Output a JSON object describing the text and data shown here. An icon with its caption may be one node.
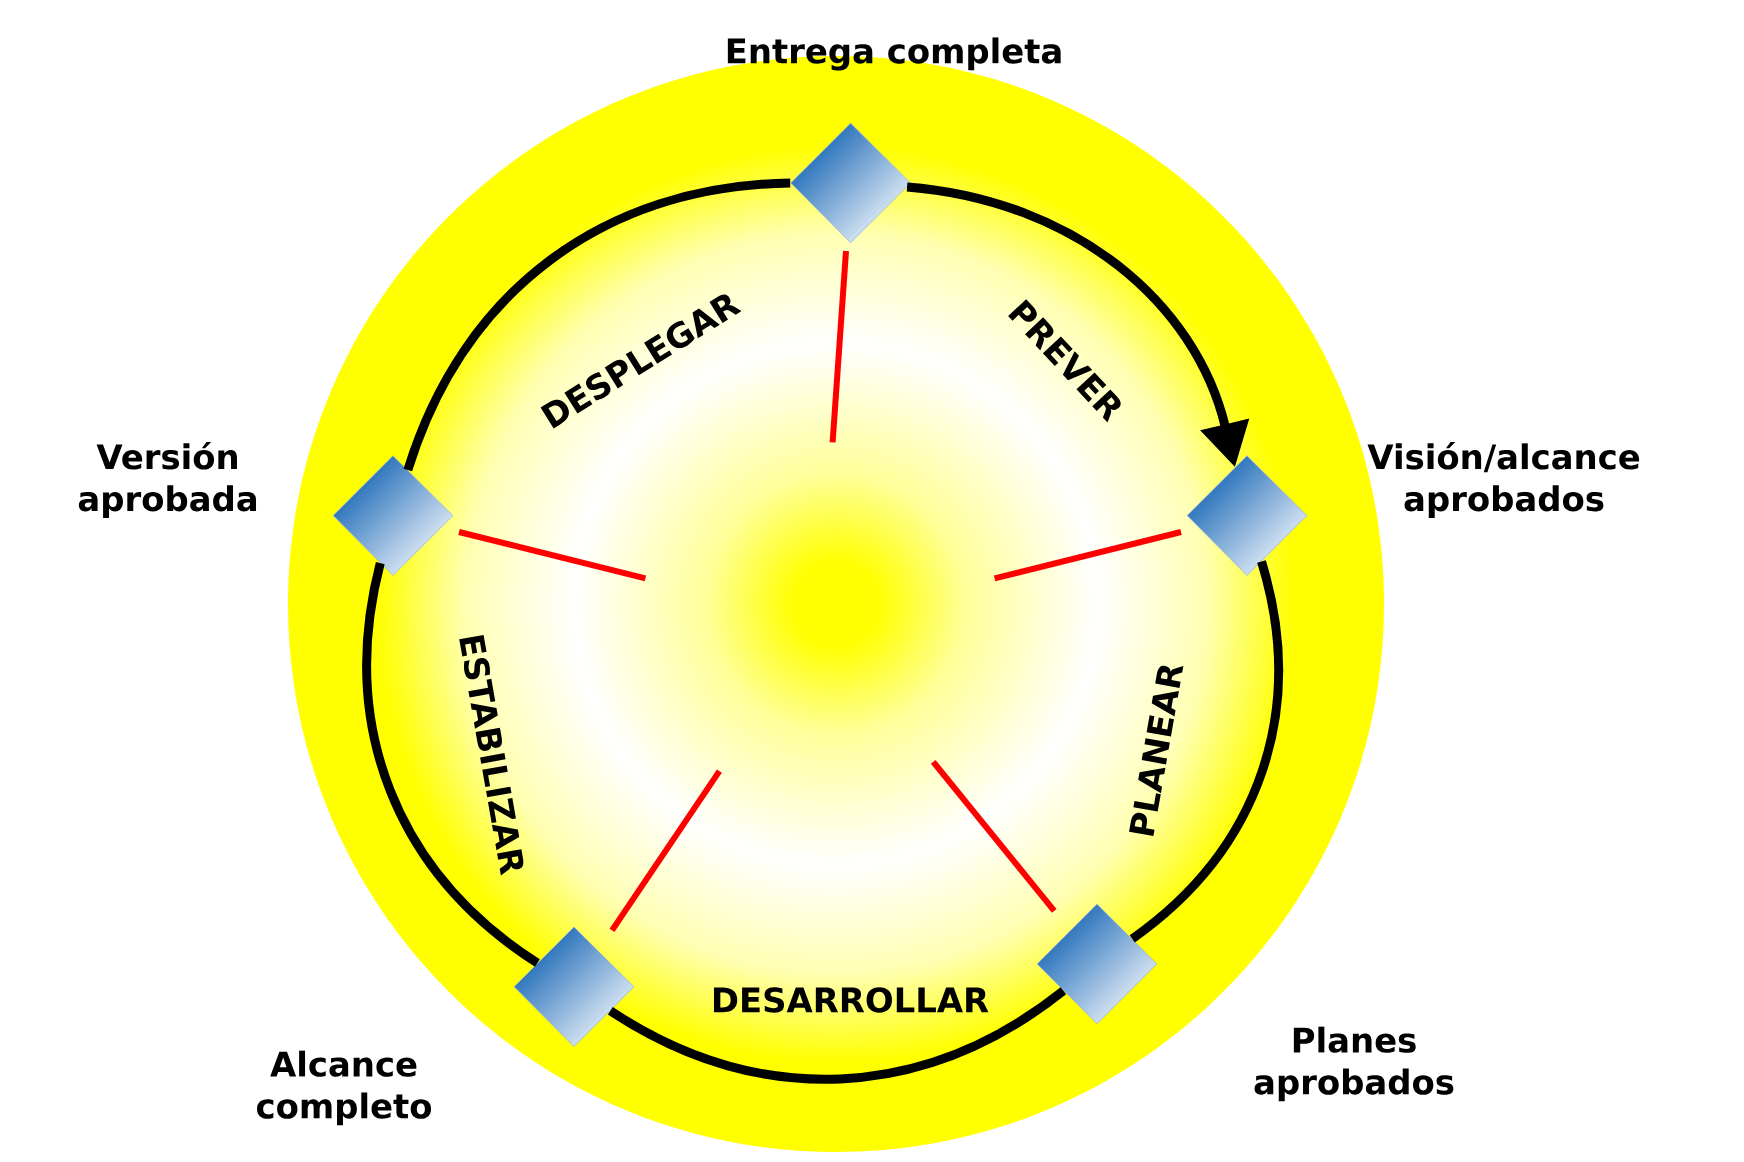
{
  "diagram": {
    "nodes": [
      {
        "text": [],
        "shape": "diamond",
        "beside": [
          "Entrega completa"
        ]
      },
      {
        "text": [],
        "shape": "diamond",
        "beside": [
          "Visión/alcance aprobados"
        ]
      },
      {
        "text": [],
        "shape": "diamond",
        "beside": [
          "Planes aprobados"
        ]
      },
      {
        "text": [],
        "shape": "diamond",
        "beside": [
          "Alcance completo"
        ]
      },
      {
        "text": [],
        "shape": "diamond",
        "beside": [
          "Versión aprobada"
        ]
      }
    ],
    "edges": [
      {
        "from": 0,
        "to": 1,
        "arrow": "to"
      },
      {
        "from": 1,
        "to": 2,
        "arrow": "none"
      },
      {
        "from": 2,
        "to": 3,
        "arrow": "none"
      },
      {
        "from": 3,
        "to": 4,
        "arrow": "none"
      },
      {
        "from": 4,
        "to": 0,
        "arrow": "none"
      }
    ],
    "labels": [
      "PREVER",
      "PLANEAR",
      "DESARROLLAR",
      "ESTABILIZAR",
      "DESPLEGAR"
    ]
  }
}
